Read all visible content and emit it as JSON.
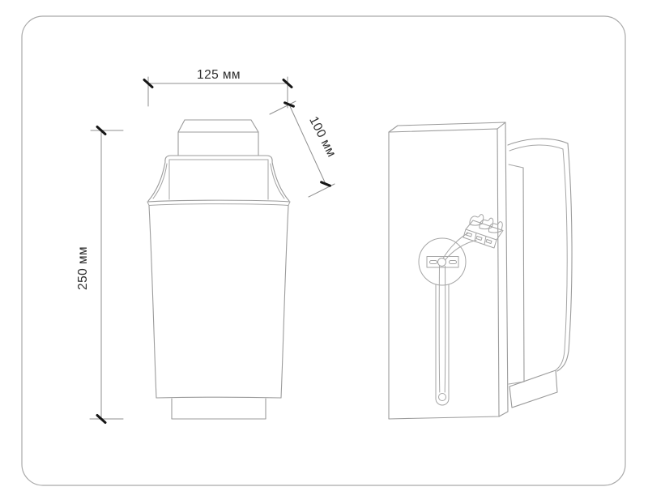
{
  "canvas": {
    "background": "#ffffff",
    "frame_color": "#a9a9a9"
  },
  "colors": {
    "drawing_line": "#9b9b9b",
    "dimension_line": "#8f8f8f",
    "tick": "#161616",
    "text": "#2e2e2e"
  },
  "dimensions": {
    "width": {
      "label": "125 мм"
    },
    "depth": {
      "label": "100 мм"
    },
    "height": {
      "label": "250 мм"
    }
  }
}
